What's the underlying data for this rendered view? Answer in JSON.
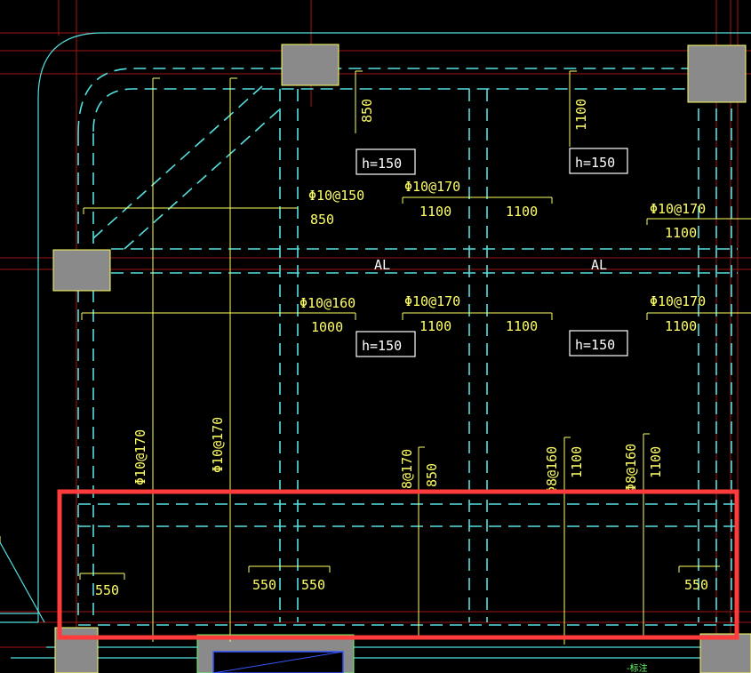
{
  "slab_labels": {
    "h_upper_left": "h=150",
    "h_upper_right": "h=150",
    "h_lower_left": "h=150",
    "h_lower_right": "h=150",
    "beam_left": "AL",
    "beam_right": "AL"
  },
  "rebar_labels": {
    "r1": "Φ10@150",
    "r1_len": "850",
    "r2": "Φ10@170",
    "r2_len_a": "1100",
    "r2_len_b": "1100",
    "r3": "Φ10@170",
    "r3_len": "1100",
    "r4": "Φ10@160",
    "r4_len": "1000",
    "r5": "Φ10@170",
    "r5_len_a": "1100",
    "r5_len_b": "1100",
    "r6": "Φ10@170",
    "r6_len": "1100",
    "top_len_a": "850",
    "top_len_b": "1100",
    "v1": "Φ10@170",
    "v2": "Φ10@170",
    "v3": "8@170",
    "v3_len": "850",
    "v4": "Φ8@160",
    "v4_len": "1100",
    "v5": "Φ8@160",
    "v5_len": "1100",
    "b1": "550",
    "b2": "550",
    "b3": "550",
    "b4": "550"
  },
  "corner_note": "-标注"
}
